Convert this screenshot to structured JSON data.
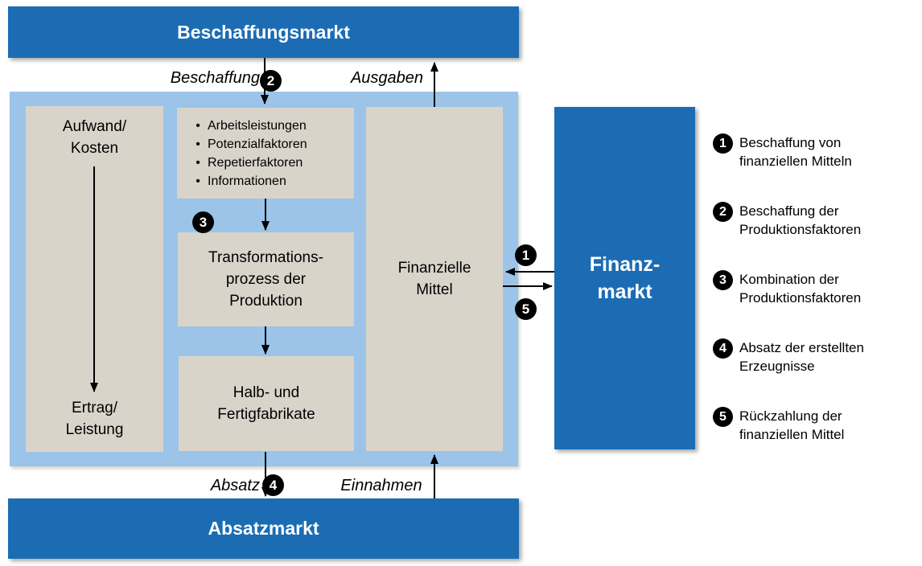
{
  "markets": {
    "beschaffungsmarkt": "Beschaffungsmarkt",
    "absatzmarkt": "Absatzmarkt",
    "finanzmarkt_line1": "Finanz-",
    "finanzmarkt_line2": "markt"
  },
  "flow_labels": {
    "beschaffung": "Beschaffung",
    "ausgaben": "Ausgaben",
    "absatz": "Absatz",
    "einnahmen": "Einnahmen"
  },
  "badges": {
    "n1": "1",
    "n2": "2",
    "n3": "3",
    "n4": "4",
    "n5": "5"
  },
  "boxes": {
    "aufwand_line1": "Aufwand/",
    "aufwand_line2": "Kosten",
    "ertrag_line1": "Ertrag/",
    "ertrag_line2": "Leistung",
    "inputs": [
      "Arbeitsleistungen",
      "Potenzialfaktoren",
      "Repetierfaktoren",
      "Informationen"
    ],
    "transformation": [
      "Transformations-",
      "prozess der",
      "Produktion"
    ],
    "halbfertig": [
      "Halb- und",
      "Fertigfabrikate"
    ],
    "finanzielle_line1": "Finanzielle",
    "finanzielle_line2": "Mittel"
  },
  "legend": [
    {
      "num": "1",
      "line1": "Beschaffung von",
      "line2": "finanziellen Mitteln"
    },
    {
      "num": "2",
      "line1": "Beschaffung der",
      "line2": "Produktionsfaktoren"
    },
    {
      "num": "3",
      "line1": "Kombination der",
      "line2": "Produktionsfaktoren"
    },
    {
      "num": "4",
      "line1": "Absatz der erstellten",
      "line2": "Erzeugnisse"
    },
    {
      "num": "5",
      "line1": "Rückzahlung der",
      "line2": "finanziellen Mittel"
    }
  ],
  "colors": {
    "market_blue": "#1c6cb4",
    "enterprise_light_blue": "#9bc4e8",
    "box_gray": "#d8d4ca",
    "badge_black": "#000000",
    "arrow_black": "#000000"
  }
}
